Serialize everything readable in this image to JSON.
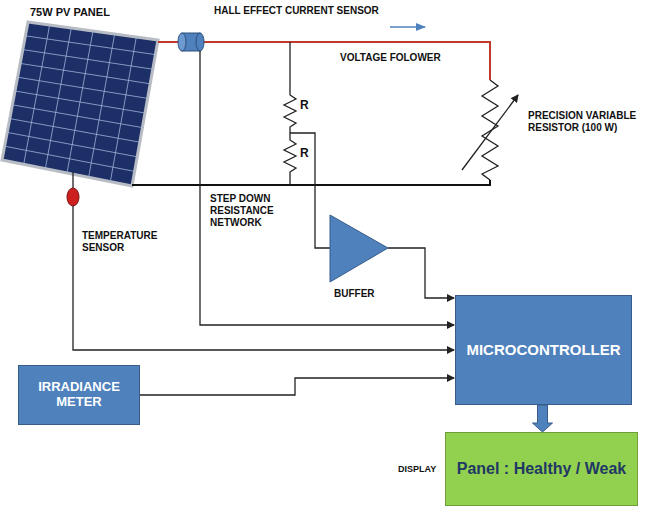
{
  "diagram": {
    "nodes": [
      {
        "text": [
          "MICROCONTROLLER"
        ]
      },
      {
        "text": [
          "IRRADIANCE METER"
        ]
      },
      {
        "text": [
          "Panel : Healthy / Weak"
        ]
      }
    ],
    "edges": [
      {
        "from": 1,
        "to": 0,
        "arrow": "to"
      },
      {
        "from": 0,
        "to": 2,
        "arrow": "to"
      }
    ],
    "labels": [
      "75W PV PANEL",
      "HALL EFFECT CURRENT SENSOR",
      "R",
      "VOLTAGE FOLOWER",
      "R",
      "PRECISION VARIABLE RESISTOR (100 W)",
      "STEP DOWN RESISTANCE NETWORK",
      "TEMPERATURE SENSOR",
      "BUFFER",
      "DISPLAY"
    ]
  }
}
